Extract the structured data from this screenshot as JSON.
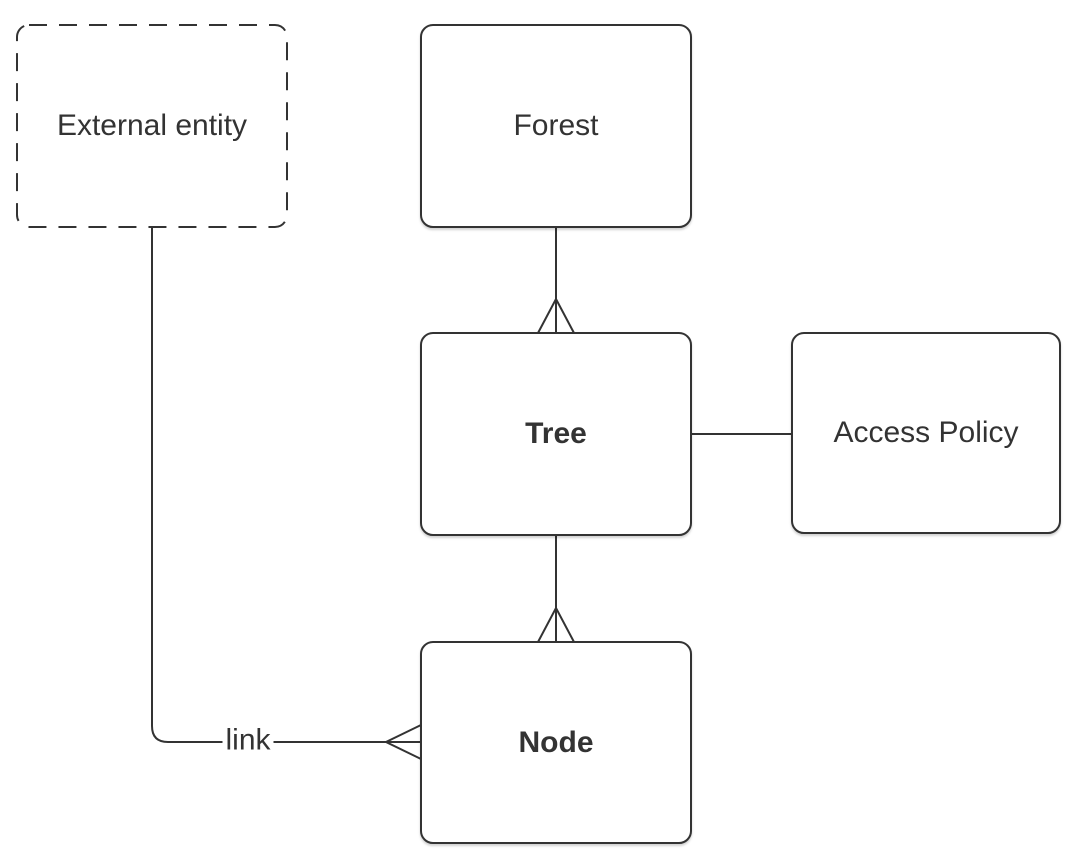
{
  "diagram": {
    "type": "entity-relationship",
    "colors": {
      "stroke": "#333333",
      "text": "#333333",
      "background": "#ffffff"
    },
    "nodes": [
      {
        "id": "external-entity",
        "label": "External entity",
        "shape": "rounded-rectangle",
        "border": "dashed",
        "emphasis": "regular"
      },
      {
        "id": "forest",
        "label": "Forest",
        "shape": "rounded-rectangle",
        "border": "solid",
        "emphasis": "regular"
      },
      {
        "id": "tree",
        "label": "Tree",
        "shape": "rounded-rectangle",
        "border": "solid",
        "emphasis": "bold"
      },
      {
        "id": "access-policy",
        "label": "Access Policy",
        "shape": "rounded-rectangle",
        "border": "solid",
        "emphasis": "regular"
      },
      {
        "id": "node",
        "label": "Node",
        "shape": "rounded-rectangle",
        "border": "solid",
        "emphasis": "bold"
      }
    ],
    "edges": [
      {
        "from": "forest",
        "to": "tree",
        "label": "",
        "marker_at_target": "crows-foot-many"
      },
      {
        "from": "tree",
        "to": "access-policy",
        "label": "",
        "marker_at_target": "none"
      },
      {
        "from": "tree",
        "to": "node",
        "label": "",
        "marker_at_target": "crows-foot-many"
      },
      {
        "from": "external-entity",
        "to": "node",
        "label": "link",
        "marker_at_target": "crows-foot-many"
      }
    ]
  }
}
